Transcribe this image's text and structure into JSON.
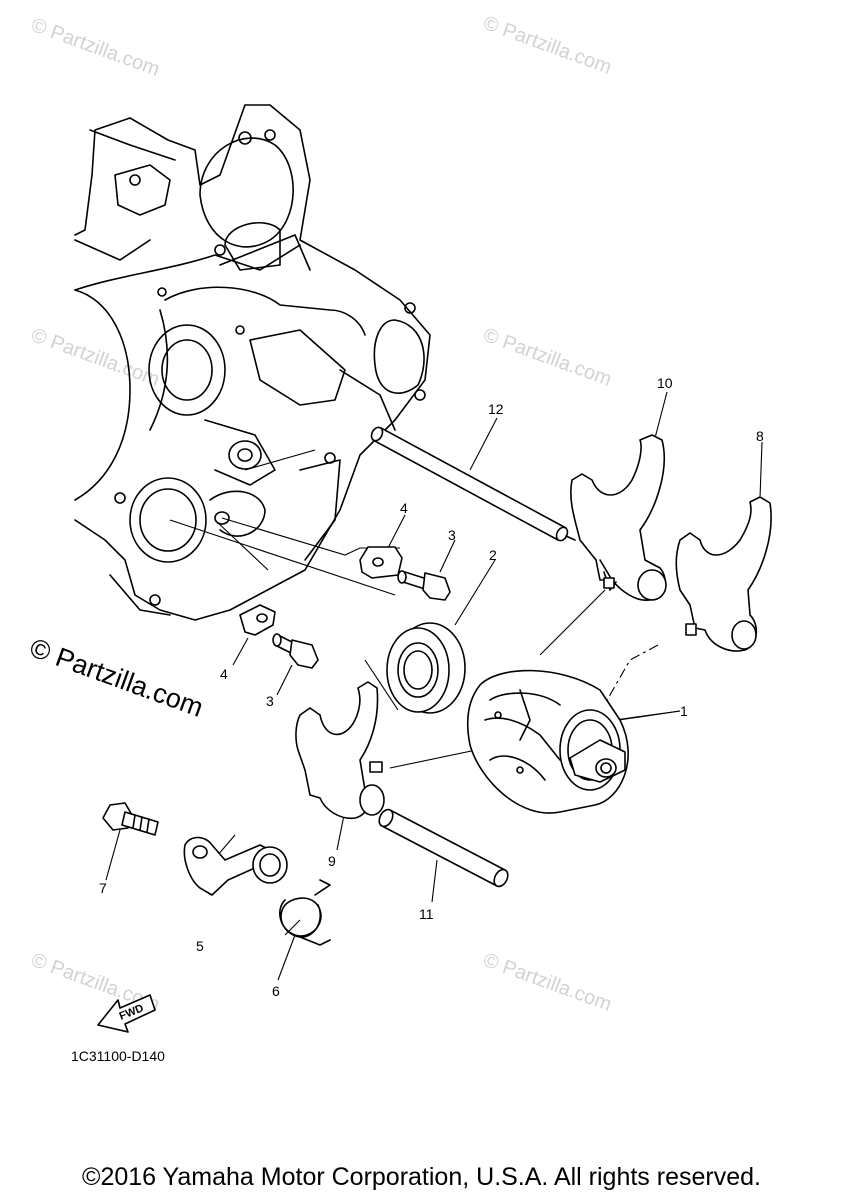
{
  "watermark": {
    "text": "© Partzilla.com",
    "feature_text": "© Partzilla.com"
  },
  "diagram_code": "1C31100-D140",
  "fwd_label": "FWD",
  "copyright": "©2016 Yamaha Motor Corporation, U.S.A. All rights reserved.",
  "callouts": [
    {
      "id": "1",
      "label": "1"
    },
    {
      "id": "2",
      "label": "2"
    },
    {
      "id": "3a",
      "label": "3"
    },
    {
      "id": "3b",
      "label": "3"
    },
    {
      "id": "4a",
      "label": "4"
    },
    {
      "id": "4b",
      "label": "4"
    },
    {
      "id": "5",
      "label": "5"
    },
    {
      "id": "6",
      "label": "6"
    },
    {
      "id": "7",
      "label": "7"
    },
    {
      "id": "8",
      "label": "8"
    },
    {
      "id": "9",
      "label": "9"
    },
    {
      "id": "10",
      "label": "10"
    },
    {
      "id": "11",
      "label": "11"
    },
    {
      "id": "12",
      "label": "12"
    }
  ]
}
